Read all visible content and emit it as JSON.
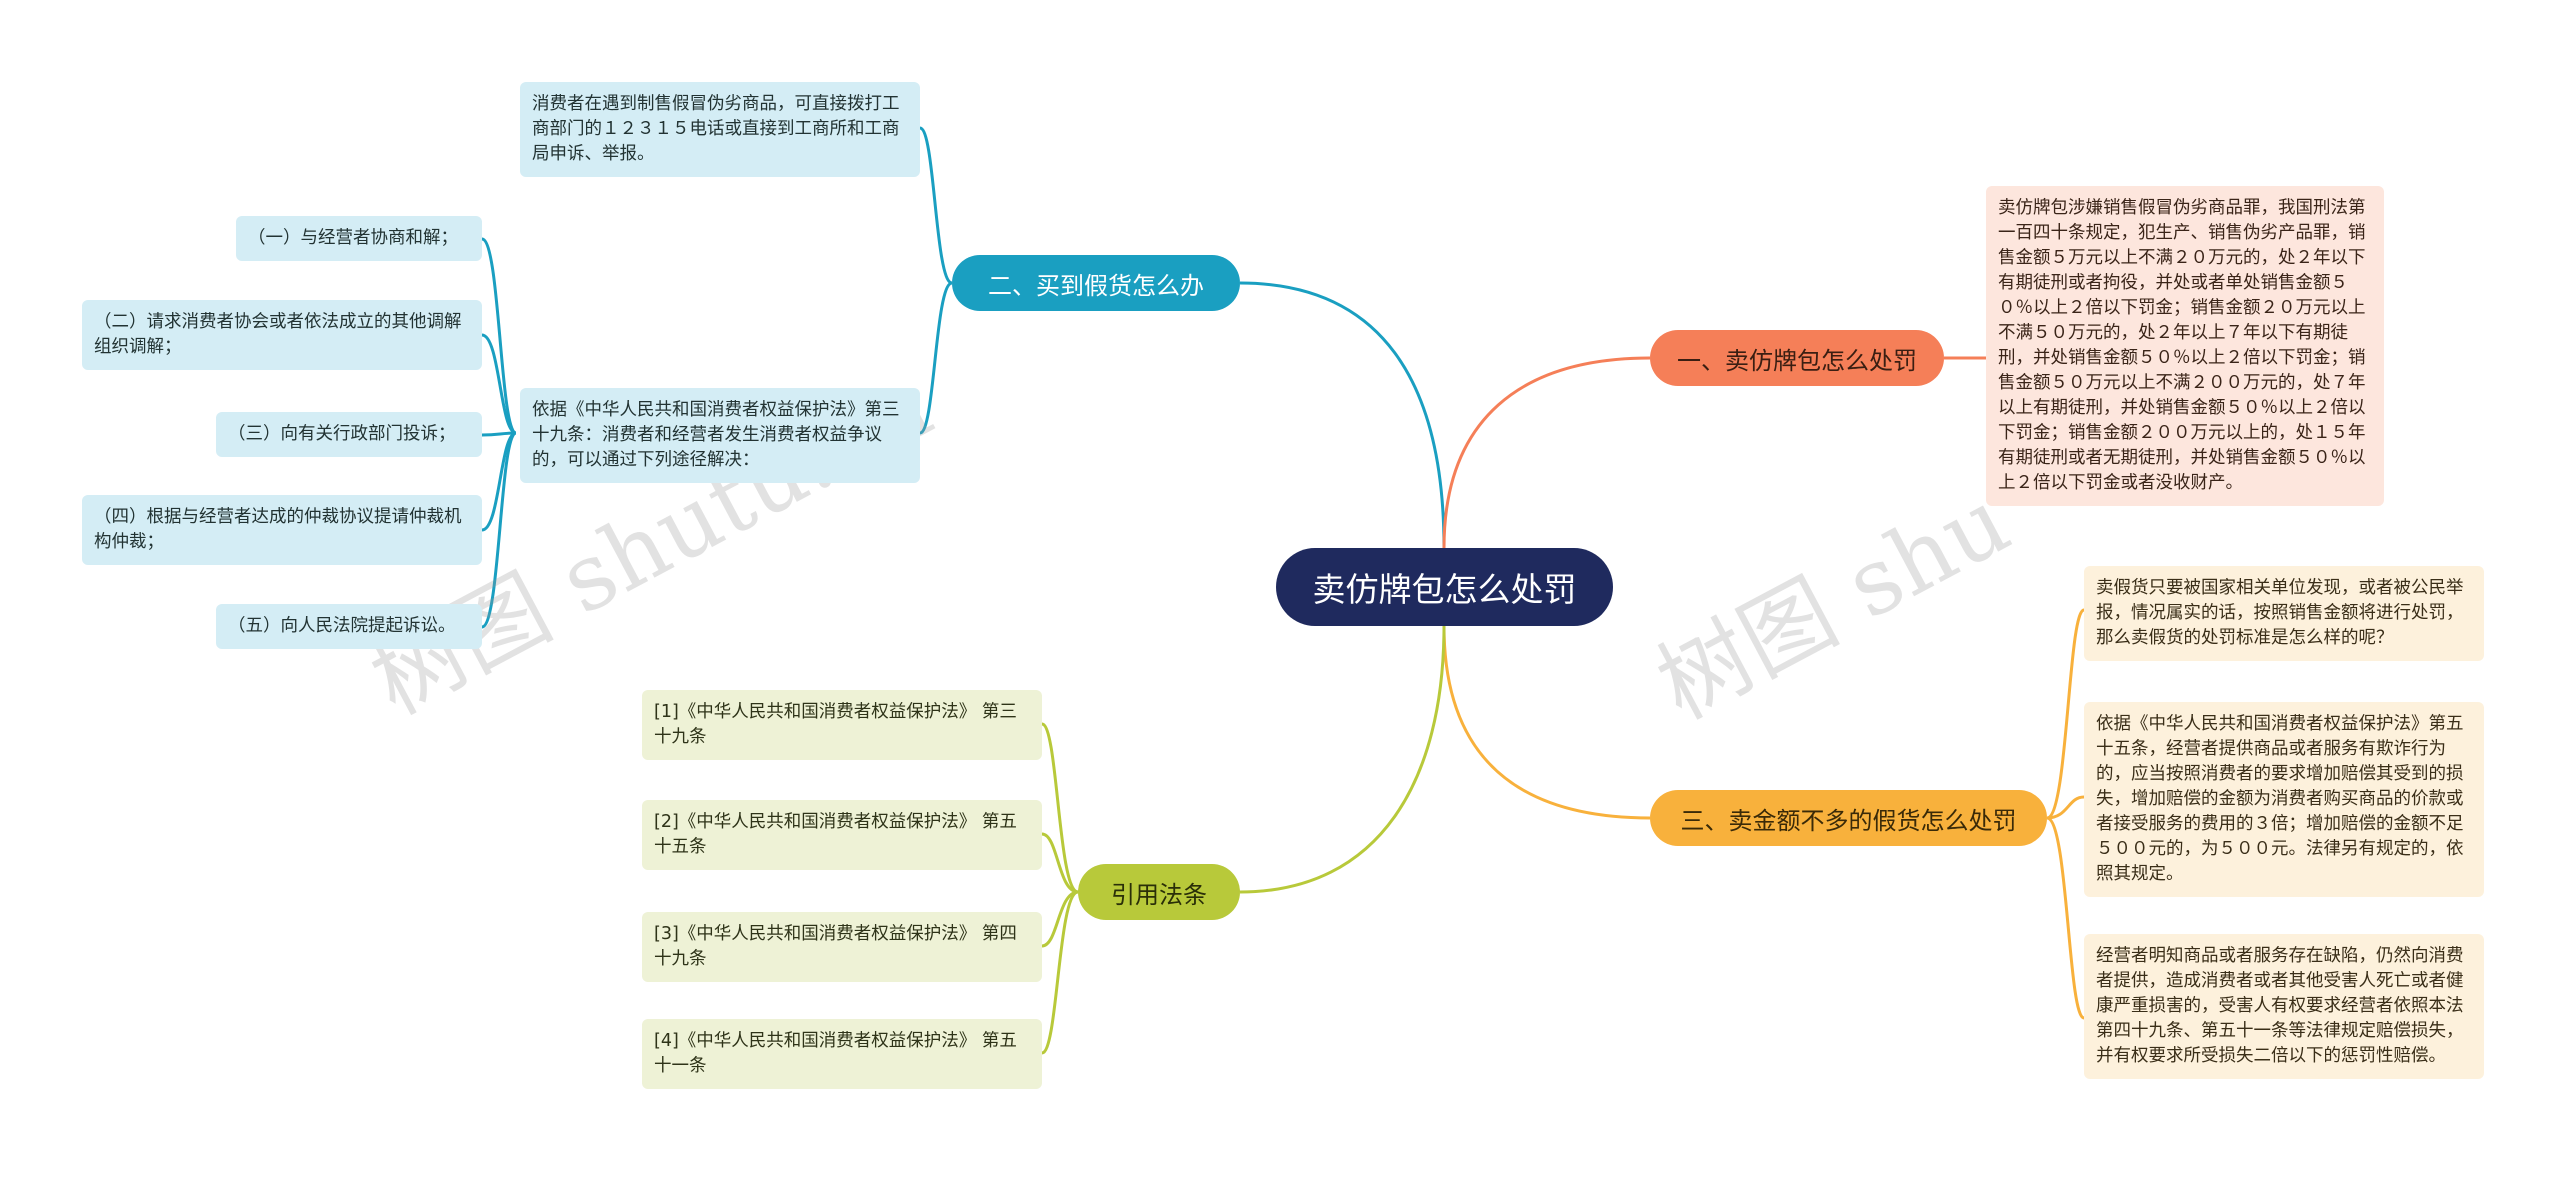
{
  "center": {
    "label": "卖仿牌包怎么处罚"
  },
  "branches": {
    "blue": {
      "label": "二、买到假货怎么办",
      "color": "#1a9fc1"
    },
    "orange": {
      "label": "一、卖仿牌包怎么处罚",
      "color": "#f57f58"
    },
    "amber": {
      "label": "三、卖金额不多的假货怎么处罚",
      "color": "#f8b13c"
    },
    "green": {
      "label": "引用法条",
      "color": "#b8c93a"
    }
  },
  "blue_leaves": {
    "report": "消费者在遇到制售假冒伪劣商品，可直接拨打工商部门的１２３１５电话或直接到工商所和工商局申诉、举报。",
    "law": "依据《中华人民共和国消费者权益保护法》第三十九条：消费者和经营者发生消费者权益争议的，可以通过下列途径解决：",
    "options": [
      "（一）与经营者协商和解；",
      "（二）请求消费者协会或者依法成立的其他调解组织调解；",
      "（三）向有关行政部门投诉；",
      "（四）根据与经营者达成的仲裁协议提请仲裁机构仲裁；",
      "（五）向人民法院提起诉讼。"
    ]
  },
  "orange_leaf": "卖仿牌包涉嫌销售假冒伪劣商品罪，我国刑法第一百四十条规定，犯生产、销售伪劣产品罪，销售金额５万元以上不满２０万元的，处２年以下有期徒刑或者拘役，并处或者单处销售金额５０％以上２倍以下罚金；销售金额２０万元以上不满５０万元的，处２年以上７年以下有期徒刑，并处销售金额５０％以上２倍以下罚金；销售金额５０万元以上不满２００万元的，处７年以上有期徒刑，并处销售金额５０％以上２倍以下罚金；销售金额２００万元以上的，处１５年有期徒刑或者无期徒刑，并处销售金额５０％以上２倍以下罚金或者没收财产。",
  "amber_leaves": [
    "卖假货只要被国家相关单位发现，或者被公民举报，情况属实的话，按照销售金额将进行处罚，那么卖假货的处罚标准是怎么样的呢？",
    "依据《中华人民共和国消费者权益保护法》第五十五条，经营者提供商品或者服务有欺诈行为的，应当按照消费者的要求增加赔偿其受到的损失，增加赔偿的金额为消费者购买商品的价款或者接受服务的费用的３倍；增加赔偿的金额不足５００元的，为５００元。法律另有规定的，依照其规定。",
    "经营者明知商品或者服务存在缺陷，仍然向消费者提供，造成消费者或者其他受害人死亡或者健康严重损害的，受害人有权要求经营者依照本法第四十九条、第五十一条等法律规定赔偿损失，并有权要求所受损失二倍以下的惩罚性赔偿。"
  ],
  "green_leaves": [
    "[1]《中华人民共和国消费者权益保护法》 第三十九条",
    "[2]《中华人民共和国消费者权益保护法》 第五十五条",
    "[3]《中华人民共和国消费者权益保护法》 第四十九条",
    "[4]《中华人民共和国消费者权益保护法》 第五十一条"
  ],
  "watermarks": [
    "树图 shutu.cn",
    "树图 shu"
  ]
}
